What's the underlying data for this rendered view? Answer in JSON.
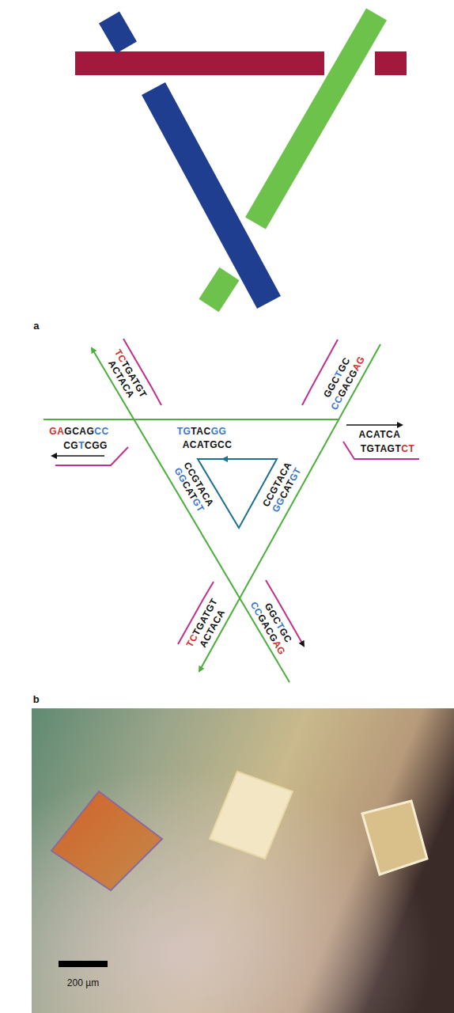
{
  "diagram": {
    "labels": [
      "TCTGATGT",
      "ACTACA",
      "GAGCAGCC",
      "CGTCGG",
      "TGTACGG",
      "ACATGCC",
      "GGCTGC",
      "CCGACGAG",
      "ACATCA",
      "TGTAGTCT",
      "CCGTACA",
      "GGCATGT",
      "CCGTACA",
      "GGCATGT",
      "TCTGATGT",
      "ACTACA",
      "GGCTGC",
      "CCGACGAG",
      "a",
      "b",
      "200 µm"
    ]
  }
}
